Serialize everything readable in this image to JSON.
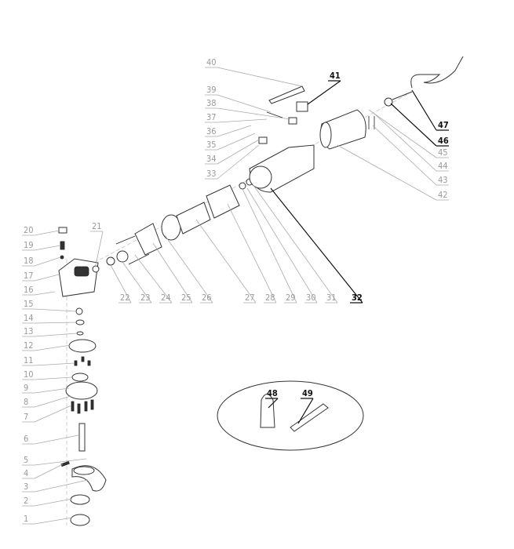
{
  "diagram": {
    "type": "exploded parts view",
    "part_labels": [
      "1",
      "2",
      "3",
      "4",
      "5",
      "6",
      "7",
      "8",
      "9",
      "10",
      "11",
      "12",
      "13",
      "14",
      "15",
      "16",
      "17",
      "18",
      "19",
      "20",
      "21",
      "22",
      "23",
      "24",
      "25",
      "26",
      "27",
      "28",
      "29",
      "30",
      "31",
      "32",
      "33",
      "34",
      "35",
      "36",
      "37",
      "38",
      "39",
      "40",
      "41",
      "42",
      "43",
      "44",
      "45",
      "46",
      "47",
      "48",
      "49"
    ],
    "highlighted_labels": [
      "32",
      "41",
      "46",
      "47",
      "48",
      "49"
    ]
  }
}
